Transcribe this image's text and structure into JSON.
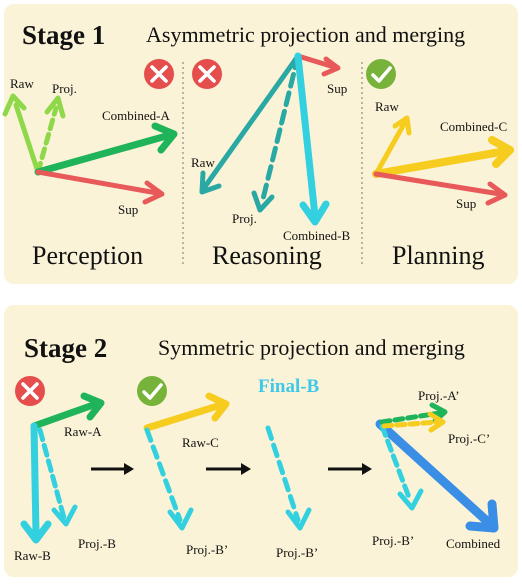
{
  "colors": {
    "panel_bg": "#fbf3d7",
    "green": "#1fb35a",
    "light_green": "#8fd84a",
    "red": "#e85a5a",
    "teal": "#2aa9a4",
    "cyan": "#33d0e0",
    "yellow": "#f6cc1f",
    "blue": "#3a8ee6",
    "fail_icon": "#e64d4d",
    "ok_icon": "#77b33a",
    "final_text": "#3ec9e8"
  },
  "stage1": {
    "title": "Stage 1",
    "subtitle": "Asymmetric projection and merging",
    "perception": {
      "label": "Perception",
      "status_icon": "cross-icon",
      "vec_labels": {
        "raw": "Raw",
        "proj": "Proj.",
        "combined": "Combined-A",
        "sup": "Sup"
      }
    },
    "reasoning": {
      "label": "Reasoning",
      "status_icon": "cross-icon",
      "vec_labels": {
        "raw": "Raw",
        "proj": "Proj.",
        "combined": "Combined-B",
        "sup": "Sup"
      }
    },
    "planning": {
      "label": "Planning",
      "status_icon": "check-icon",
      "vec_labels": {
        "raw": "Raw",
        "combined": "Combined-C",
        "sup": "Sup"
      }
    }
  },
  "stage2": {
    "title": "Stage 2",
    "subtitle": "Symmetric projection and merging",
    "final_label": "Final-B",
    "labels": {
      "raw_a": "Raw-A",
      "raw_b": "Raw-B",
      "proj_b": "Proj.-B",
      "raw_c": "Raw-C",
      "proj_b_prime_1": "Proj.-B’",
      "proj_b_prime_2": "Proj.-B’",
      "proj_a_prime": "Proj.-A’",
      "proj_c_prime": "Proj.-C’",
      "proj_b_prime_3": "Proj.-B’",
      "combined": "Combined"
    }
  }
}
